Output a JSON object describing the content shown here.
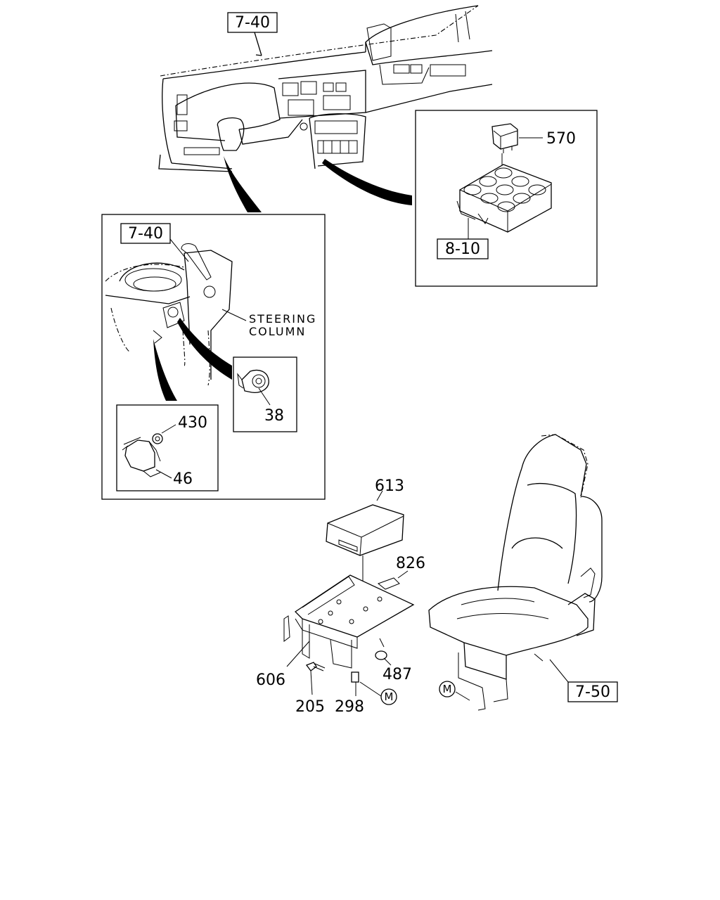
{
  "diagram": {
    "refs": {
      "dash_top": "7-40",
      "inset_left": "7-40",
      "relay_box": "8-10",
      "seat": "7-50"
    },
    "note": {
      "line1": "STEERING",
      "line2": "COLUMN"
    },
    "callouts": {
      "relay": "570",
      "switch": "38",
      "nut": "430",
      "bracket": "46",
      "ecu": "613",
      "clip": "826",
      "mount_bracket": "606",
      "grommet": "487",
      "bolt": "205",
      "clip2": "298"
    },
    "markers": {
      "m1": "M",
      "m2": "M"
    }
  }
}
